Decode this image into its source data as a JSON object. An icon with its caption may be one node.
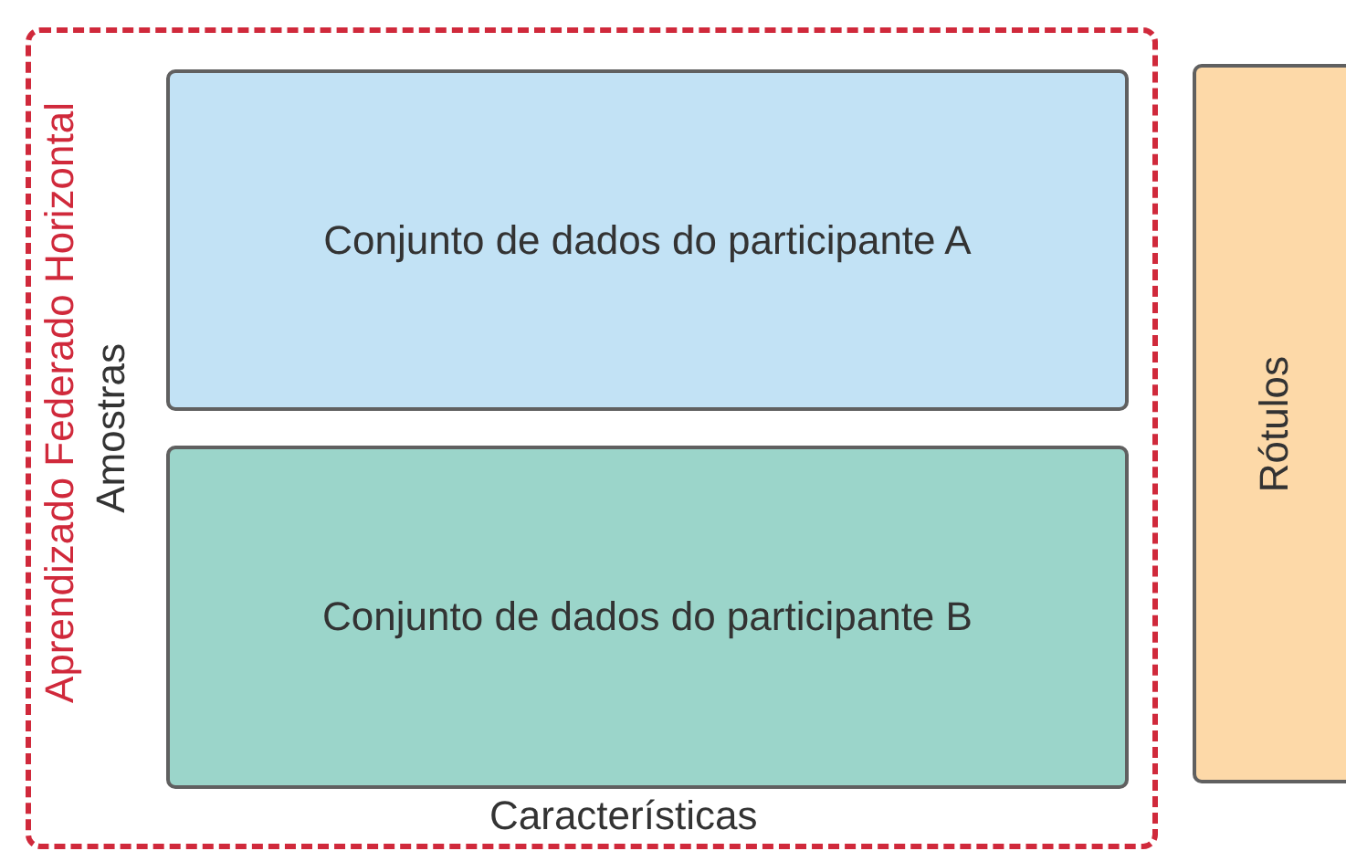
{
  "diagram": {
    "nodes": [
      {
        "text": [
          "Aprendizado Federado Horizontal"
        ]
      },
      {
        "text": [
          "Conjunto de dados do participante A"
        ],
        "in": 0
      },
      {
        "text": [
          "Conjunto de dados do participante B"
        ],
        "in": 0
      },
      {
        "text": [
          "Rótulos"
        ]
      }
    ],
    "labels": [
      "Amostras",
      "Características"
    ]
  }
}
